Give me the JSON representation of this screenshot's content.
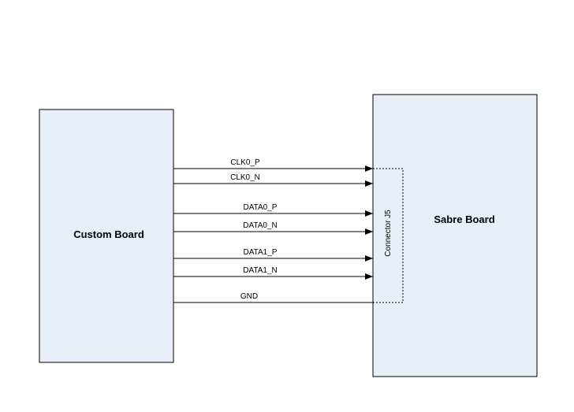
{
  "colors": {
    "board_fill": "#e8eef7",
    "board_stroke": "#000000",
    "line": "#000000"
  },
  "boards": {
    "custom": {
      "label": "Custom Board"
    },
    "sabre": {
      "label": "Sabre Board"
    }
  },
  "connector": {
    "label": "Connector J5"
  },
  "signals": [
    {
      "label": "CLK0_P",
      "arrow": true
    },
    {
      "label": "CLK0_N",
      "arrow": true
    },
    {
      "label": "DATA0_P",
      "arrow": true
    },
    {
      "label": "DATA0_N",
      "arrow": true
    },
    {
      "label": "DATA1_P",
      "arrow": true
    },
    {
      "label": "DATA1_N",
      "arrow": true
    },
    {
      "label": "GND",
      "arrow": false
    }
  ]
}
